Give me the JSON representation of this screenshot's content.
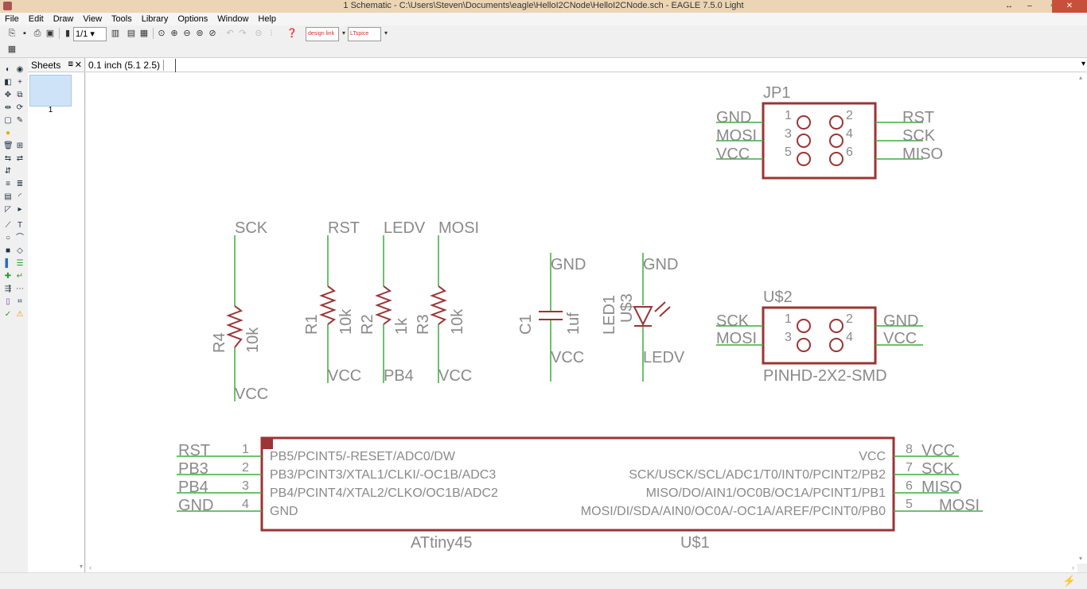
{
  "window": {
    "title": "1 Schematic - C:\\Users\\Steven\\Documents\\eagle\\HelloI2CNode\\HelloI2CNode.sch - EAGLE 7.5.0 Light"
  },
  "menu": [
    "File",
    "Edit",
    "Draw",
    "View",
    "Tools",
    "Library",
    "Options",
    "Window",
    "Help"
  ],
  "toolbar": {
    "sheet_select": "1/1",
    "design_link_label": "design link",
    "ltspice_label": "LTspice"
  },
  "sheets_panel": {
    "title": "Sheets",
    "sheet_number": "1"
  },
  "command_bar": {
    "coordinate": "0.1 inch (5.1 2.5)",
    "value": ""
  },
  "schematic": {
    "jp1": {
      "name": "JP1",
      "pins_left": [
        {
          "sig": "GND",
          "num": "1"
        },
        {
          "sig": "MOSI",
          "num": "3"
        },
        {
          "sig": "VCC",
          "num": "5"
        }
      ],
      "pins_right": [
        {
          "sig": "RST",
          "num": "2"
        },
        {
          "sig": "SCK",
          "num": "4"
        },
        {
          "sig": "MISO",
          "num": "6"
        }
      ]
    },
    "u2": {
      "name": "U$2",
      "value": "PINHD-2X2-SMD",
      "pins_left": [
        {
          "sig": "SCK",
          "num": "1"
        },
        {
          "sig": "MOSI",
          "num": "3"
        }
      ],
      "pins_right": [
        {
          "sig": "GND",
          "num": "2"
        },
        {
          "sig": "VCC",
          "num": "4"
        }
      ]
    },
    "r4": {
      "name": "R4",
      "value": "10k",
      "top": "SCK",
      "bottom": "VCC"
    },
    "r1": {
      "name": "R1",
      "value": "10k",
      "top": "RST",
      "bottom": "VCC"
    },
    "r2": {
      "name": "R2",
      "value": "1k",
      "top": "LEDV",
      "bottom": "PB4"
    },
    "r3": {
      "name": "R3",
      "value": "10k",
      "top": "MOSI",
      "bottom": "VCC"
    },
    "c1": {
      "name": "C1",
      "value": "1uf",
      "top": "GND",
      "bottom": "VCC"
    },
    "led1": {
      "name": "LED1",
      "value": "U$3",
      "top": "GND",
      "bottom": "LEDV"
    },
    "attiny": {
      "name": "U$1",
      "value": "ATtiny45",
      "left_pins": [
        {
          "net": "RST",
          "num": "1",
          "func": "PB5/PCINT5/-RESET/ADC0/DW"
        },
        {
          "net": "PB3",
          "num": "2",
          "func": "PB3/PCINT3/XTAL1/CLKI/-OC1B/ADC3"
        },
        {
          "net": "PB4",
          "num": "3",
          "func": "PB4/PCINT4/XTAL2/CLKO/OC1B/ADC2"
        },
        {
          "net": "GND",
          "num": "4",
          "func": "GND"
        }
      ],
      "right_pins": [
        {
          "net": "VCC",
          "num": "8",
          "func": "VCC"
        },
        {
          "net": "SCK",
          "num": "7",
          "func": "SCK/USCK/SCL/ADC1/T0/INT0/PCINT2/PB2"
        },
        {
          "net": "MISO",
          "num": "6",
          "func": "MISO/DO/AIN1/OC0B/OC1A/PCINT1/PB1"
        },
        {
          "net": "MOSI",
          "num": "5",
          "func": "MOSI/DI/SDA/AIN0/OC0A/-OC1A/AREF/PCINT0/PB0"
        }
      ]
    }
  },
  "colors": {
    "symbol": "#9b3434",
    "net": "#3bae3b",
    "label": "#8a8a8a",
    "titlebar": "#ecd5b4"
  }
}
